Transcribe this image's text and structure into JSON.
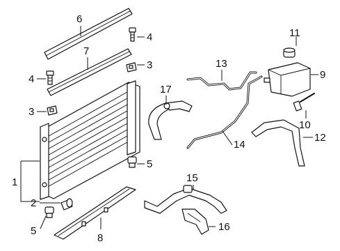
{
  "callouts": [
    {
      "id": "c1",
      "label": "1"
    },
    {
      "id": "c2",
      "label": "2"
    },
    {
      "id": "c3a",
      "label": "3"
    },
    {
      "id": "c3b",
      "label": "3"
    },
    {
      "id": "c4a",
      "label": "4"
    },
    {
      "id": "c4b",
      "label": "4"
    },
    {
      "id": "c5a",
      "label": "5"
    },
    {
      "id": "c5b",
      "label": "5"
    },
    {
      "id": "c6",
      "label": "6"
    },
    {
      "id": "c7",
      "label": "7"
    },
    {
      "id": "c8",
      "label": "8"
    },
    {
      "id": "c9",
      "label": "9"
    },
    {
      "id": "c10",
      "label": "10"
    },
    {
      "id": "c11",
      "label": "11"
    },
    {
      "id": "c12",
      "label": "12"
    },
    {
      "id": "c13",
      "label": "13"
    },
    {
      "id": "c14",
      "label": "14"
    },
    {
      "id": "c15",
      "label": "15"
    },
    {
      "id": "c16",
      "label": "16"
    },
    {
      "id": "c17",
      "label": "17"
    }
  ]
}
